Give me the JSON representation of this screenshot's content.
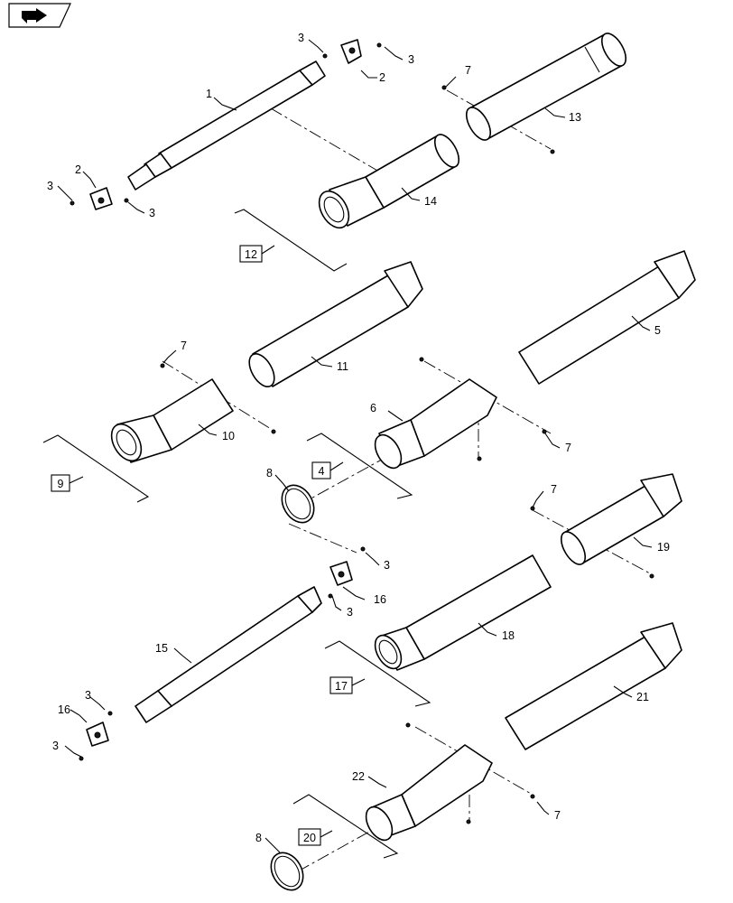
{
  "nav_icon": {
    "name": "folder-arrow-icon"
  },
  "callouts": {
    "c1": "1",
    "c2a": "2",
    "c2b": "2",
    "c3a": "3",
    "c3b": "3",
    "c3c": "3",
    "c3d": "3",
    "c5": "5",
    "c6": "6",
    "c7a": "7",
    "c7b": "7",
    "c7c": "7",
    "c7d": "7",
    "c7e": "7",
    "c8a": "8",
    "c8b": "8",
    "c10": "10",
    "c11": "11",
    "c13": "13",
    "c14": "14",
    "c15": "15",
    "c16a": "16",
    "c16b": "16",
    "c18": "18",
    "c19": "19",
    "c21": "21",
    "c22": "22",
    "c3e": "3",
    "c3f": "3",
    "c3g": "3",
    "c3h": "3"
  },
  "reference_boxes": {
    "r12": "12",
    "r9": "9",
    "r4": "4",
    "r17": "17",
    "r20": "20"
  }
}
